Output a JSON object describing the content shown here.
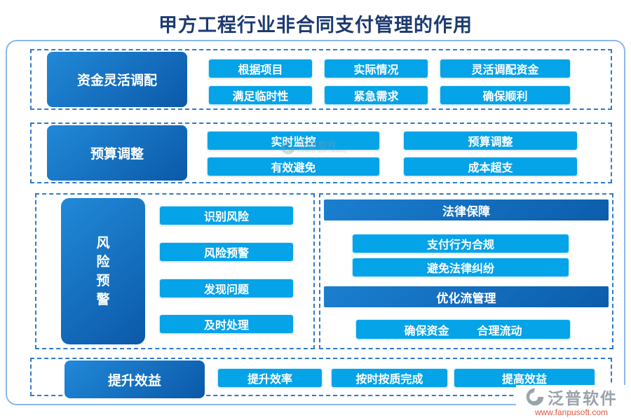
{
  "title": "甲方工程行业非合同支付管理的作用",
  "row_funding": {
    "label": "资金灵活调配",
    "r1c1": "根据项目",
    "r1c2": "实际情况",
    "r1c3": "灵活调配资金",
    "r2c1": "满足临时性",
    "r2c2": "紧急需求",
    "r2c3": "确保顺利"
  },
  "row_budget": {
    "label": "预算调整",
    "r1c1": "实时监控",
    "r1c2": "预算调整",
    "r2c1": "有效避免",
    "r2c2": "成本超支"
  },
  "row_risk": {
    "label": "风险预警",
    "c1": "风",
    "c2": "险",
    "c3": "预",
    "c4": "警",
    "b1": "识别风险",
    "b2": "风险预警",
    "b3": "发现问题",
    "b4": "及时处理"
  },
  "panel_legal": {
    "header": "法律保障",
    "b1": "支付行为合规",
    "b2": "避免法律纠纷"
  },
  "panel_flow": {
    "header": "优化流管理",
    "b1": "确保资金",
    "b2": "合理流动"
  },
  "row_benefit": {
    "label": "提升效益",
    "b1": "提升效率",
    "b2": "按时按质完成",
    "b3": "提高效益"
  },
  "watermark": {
    "brand": "泛普软件",
    "sub": "FANPU SOFTWARE"
  },
  "logo": {
    "brand": "泛普软件",
    "url": "www.fanpusoft.com"
  },
  "colors": {
    "title_navy": "#1c3a70",
    "dark_block_start": "#2189d8",
    "dark_block_end": "#0b59a8",
    "light_button": "#05a3e8",
    "dashed_border": "#2e79cc",
    "outer_frame": "#8bb9e6",
    "logo_gray": "#9aa3ab",
    "logo_red": "#e4543b"
  }
}
